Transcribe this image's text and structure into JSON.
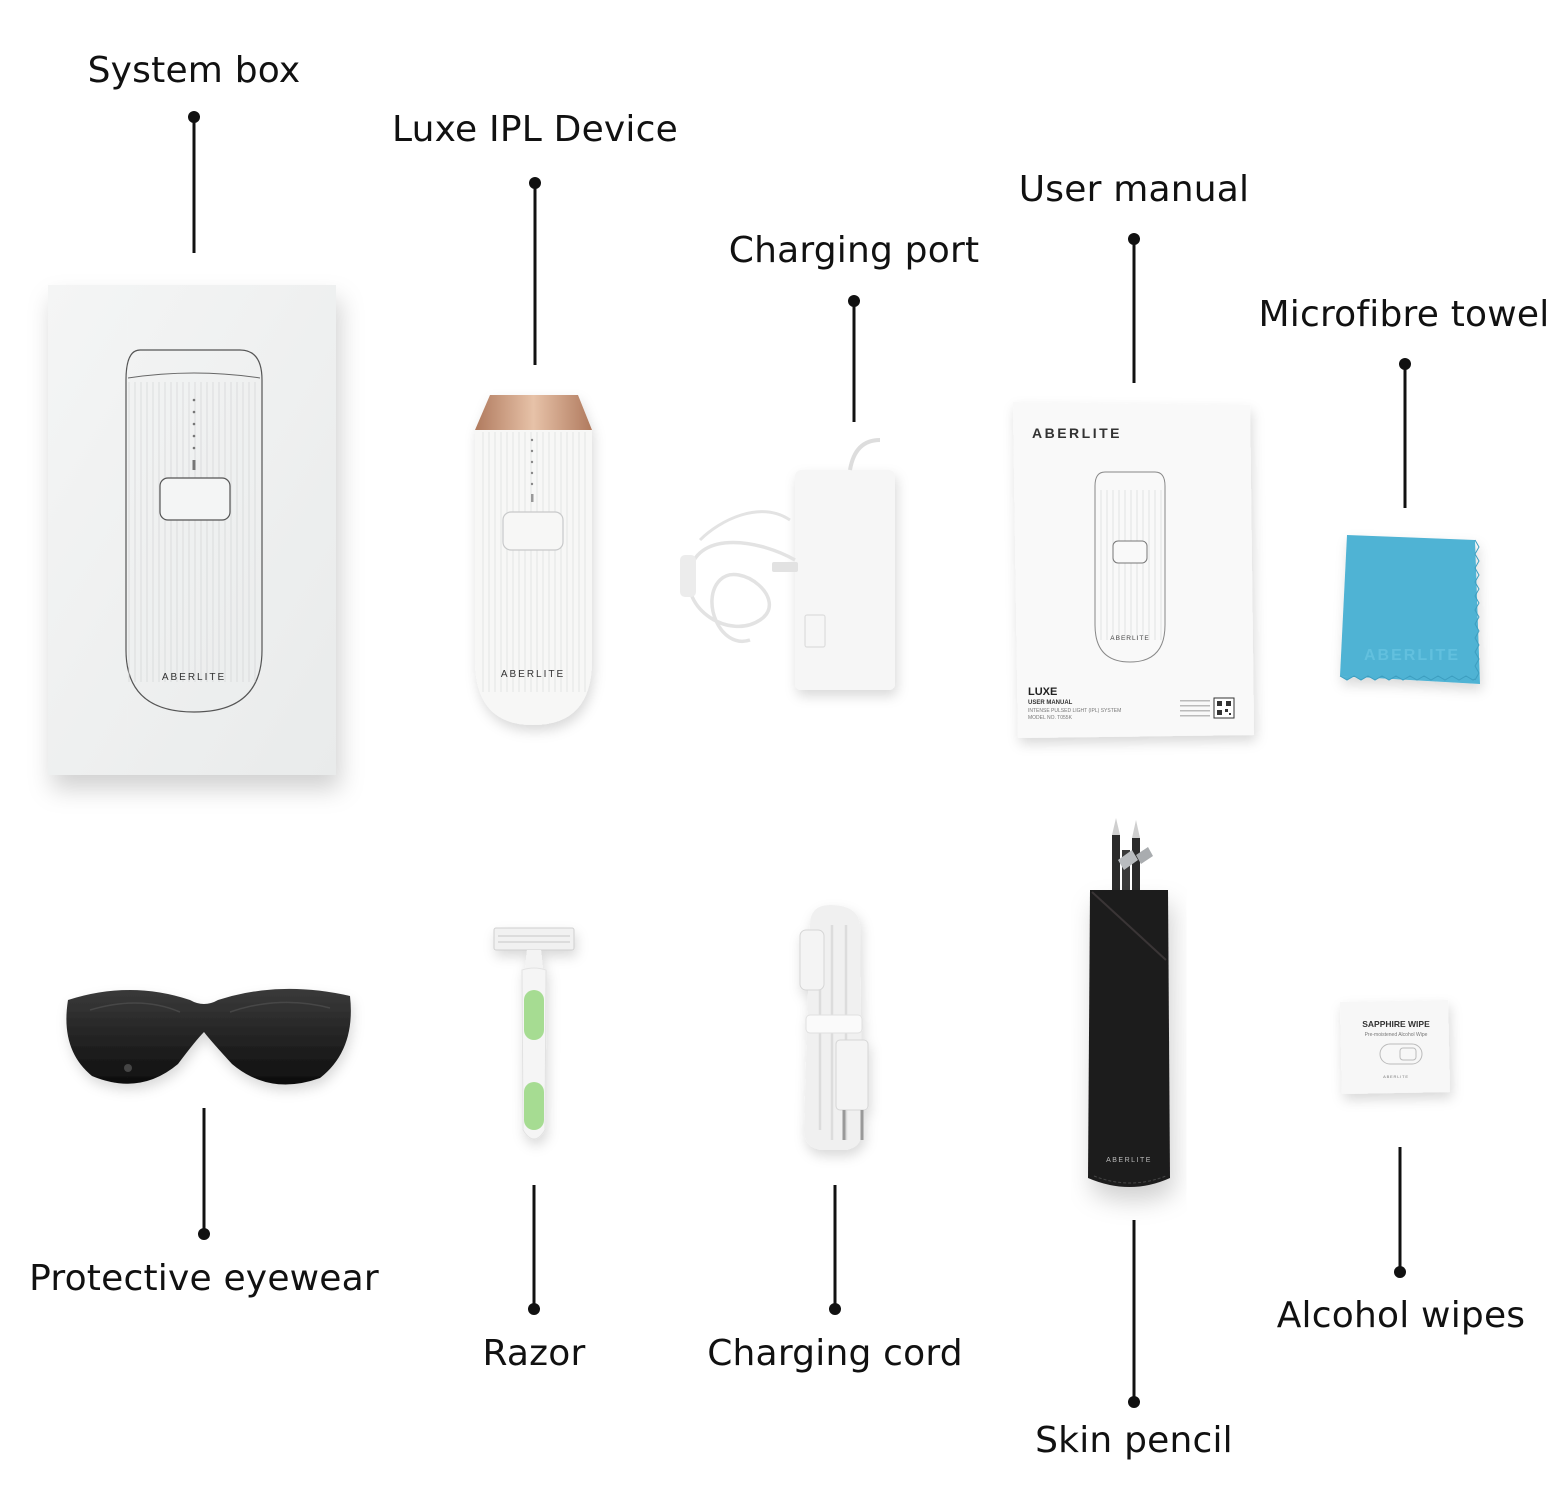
{
  "labels": {
    "system_box": "System box",
    "ipl_device": "Luxe IPL Device",
    "charging_port": "Charging port",
    "user_manual": "User manual",
    "microfibre_towel": "Microfibre towel",
    "protective_eyewear": "Protective eyewear",
    "razor": "Razor",
    "charging_cord": "Charging cord",
    "skin_pencil": "Skin pencil",
    "alcohol_wipes": "Alcohol wipes"
  },
  "product_text": {
    "brand": "ABERLITE",
    "manual_model": "LUXE",
    "manual_subtitle": "USER MANUAL",
    "manual_line": "INTENSE PULSED LIGHT (IPL) SYSTEM",
    "manual_model_no": "MODEL NO. T055K",
    "wipe_title": "SAPPHIRE WIPE",
    "wipe_subtitle": "Pre-moistened Alcohol Wipe"
  },
  "colors": {
    "leader": "#111111",
    "device_rose_gold": "#c9967a",
    "towel_blue": "#4fb3d4",
    "razor_green": "#a6dc92",
    "pencil_case": "#1f1b1c",
    "eyewear_dark": "#1c1c1c"
  }
}
